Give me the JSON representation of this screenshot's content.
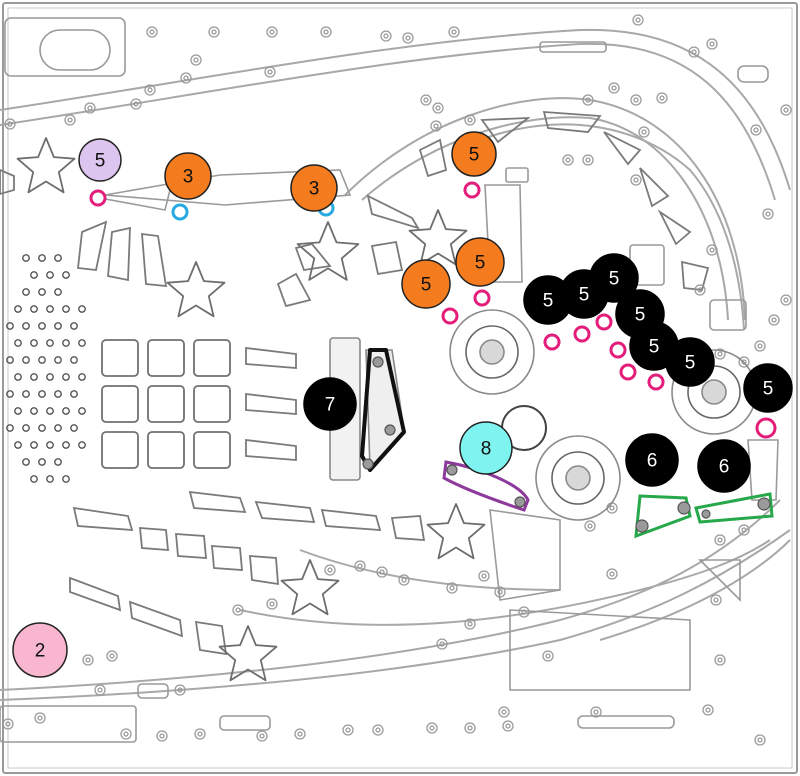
{
  "colors": {
    "line": "#8e8e8e",
    "light_line": "#bdbdbd",
    "orange": "#f57c1e",
    "black": "#000000",
    "lavender": "#dcc6ef",
    "pink": "#f8b6cf",
    "cyan": "#7ff3f0",
    "magenta": "#e41d7a",
    "blue": "#27a9e1",
    "purple": "#8e3a9c",
    "green": "#27a84a"
  },
  "markers": [
    {
      "id": "m-5-lavender",
      "label": "5",
      "style": "lavender"
    },
    {
      "id": "m-3-a",
      "label": "3",
      "style": "orange"
    },
    {
      "id": "m-3-b",
      "label": "3",
      "style": "orange"
    },
    {
      "id": "m-5-orange-top",
      "label": "5",
      "style": "orange"
    },
    {
      "id": "m-5-orange-mid",
      "label": "5",
      "style": "orange"
    },
    {
      "id": "m-5-orange-low",
      "label": "5",
      "style": "orange"
    },
    {
      "id": "m-5-black-1",
      "label": "5",
      "style": "black"
    },
    {
      "id": "m-5-black-2",
      "label": "5",
      "style": "black"
    },
    {
      "id": "m-5-black-3",
      "label": "5",
      "style": "black"
    },
    {
      "id": "m-5-black-4",
      "label": "5",
      "style": "black"
    },
    {
      "id": "m-5-black-5",
      "label": "5",
      "style": "black"
    },
    {
      "id": "m-5-black-6",
      "label": "5",
      "style": "black"
    },
    {
      "id": "m-5-black-7",
      "label": "5",
      "style": "black"
    },
    {
      "id": "m-7",
      "label": "7",
      "style": "black"
    },
    {
      "id": "m-8",
      "label": "8",
      "style": "cyan"
    },
    {
      "id": "m-6-a",
      "label": "6",
      "style": "black"
    },
    {
      "id": "m-6-b",
      "label": "6",
      "style": "black"
    },
    {
      "id": "m-2",
      "label": "2",
      "style": "pink"
    }
  ]
}
